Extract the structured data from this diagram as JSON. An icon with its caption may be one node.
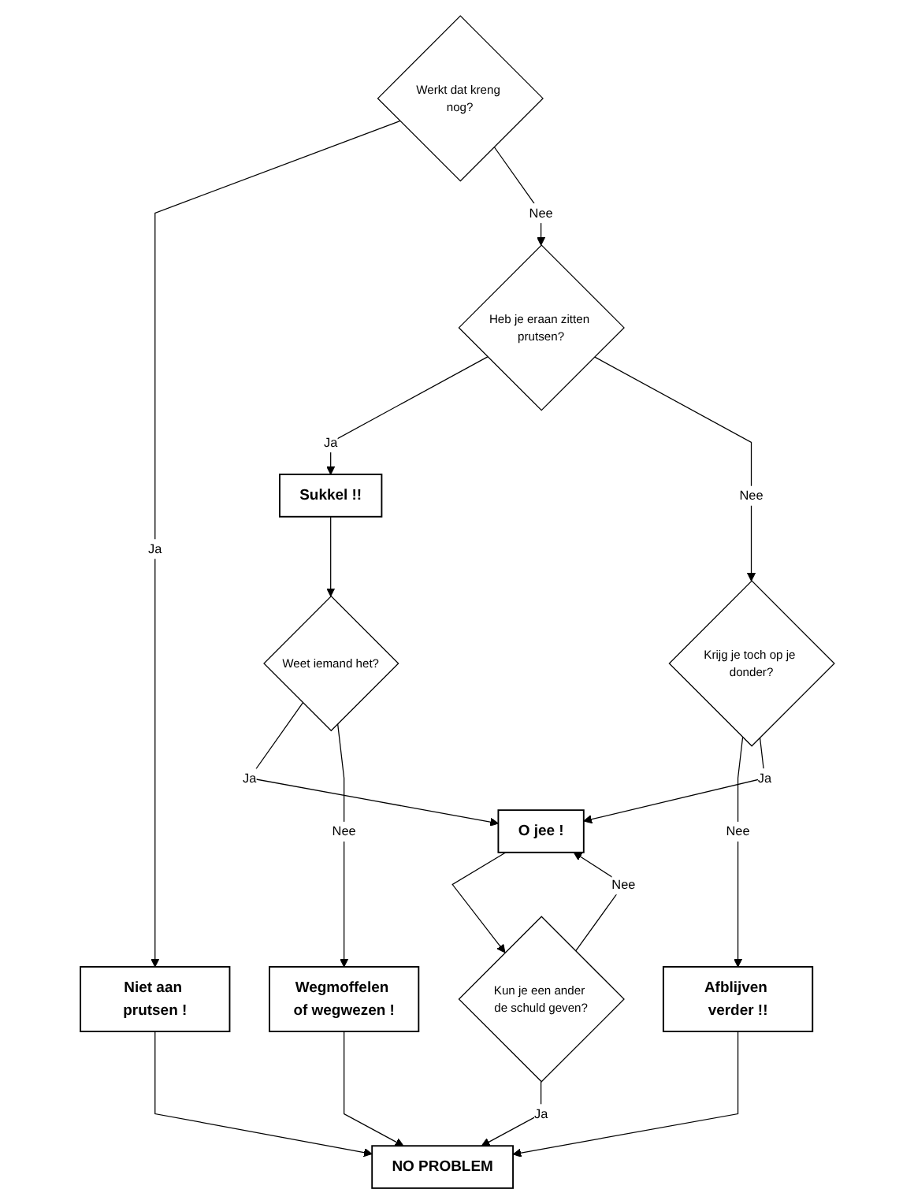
{
  "diagram": {
    "nodes": [
      {
        "text": [
          "Werkt dat kreng nog?"
        ]
      },
      {
        "text": [
          "Heb je eraan zitten prutsen?"
        ]
      },
      {
        "text": [
          "Sukkel !!"
        ]
      },
      {
        "text": [
          "Niet aan prutsen !"
        ]
      },
      {
        "text": [
          "Krijg je toch op je donder?"
        ]
      },
      {
        "text": [
          "Weet iemand het?"
        ]
      },
      {
        "text": [
          "O jee !"
        ]
      },
      {
        "text": [
          "Afblijven verder !!"
        ]
      },
      {
        "text": [
          "Kun je een ander de schuld geven?"
        ]
      },
      {
        "text": [
          "Wegmoffelen of wegwezen !"
        ]
      },
      {
        "text": [
          "NO PROBLEM"
        ]
      }
    ],
    "edges": [
      {
        "from": 0,
        "to": 3,
        "arrow": "to",
        "label": "Ja"
      },
      {
        "from": 0,
        "to": 1,
        "arrow": "to",
        "label": "Nee"
      },
      {
        "from": 1,
        "to": 2,
        "arrow": "to",
        "label": "Ja"
      },
      {
        "from": 1,
        "to": 4,
        "arrow": "to",
        "label": "Nee"
      },
      {
        "from": 4,
        "to": 7,
        "arrow": "to",
        "label": "Nee"
      },
      {
        "from": 4,
        "to": 6,
        "arrow": "to",
        "label": "Ja"
      },
      {
        "from": 2,
        "to": 5,
        "arrow": "to"
      },
      {
        "from": 5,
        "to": 6,
        "arrow": "to",
        "label": "Ja"
      },
      {
        "from": 5,
        "to": 9,
        "arrow": "to",
        "label": "Nee"
      },
      {
        "from": 6,
        "to": 8,
        "arrow": "to"
      },
      {
        "from": 8,
        "to": 6,
        "arrow": "to",
        "label": "Nee"
      },
      {
        "from": 8,
        "to": 10,
        "arrow": "to",
        "label": "Ja"
      },
      {
        "from": 3,
        "to": 10,
        "arrow": "to"
      },
      {
        "from": 7,
        "to": 10,
        "arrow": "to"
      },
      {
        "from": 9,
        "to": 10,
        "arrow": "to"
      }
    ]
  }
}
